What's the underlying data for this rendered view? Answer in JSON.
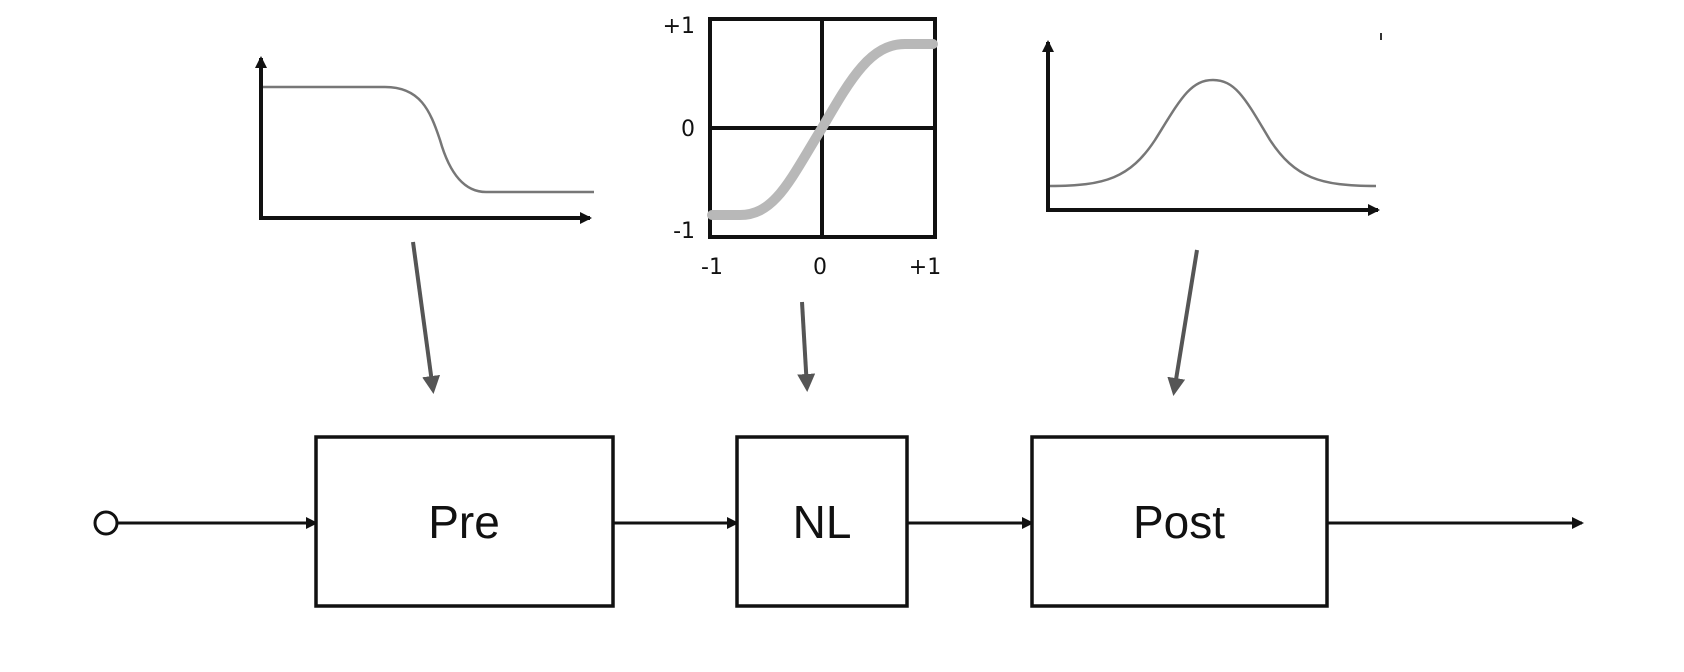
{
  "blocks": [
    {
      "id": "pre",
      "label": "Pre"
    },
    {
      "id": "nl",
      "label": "NL"
    },
    {
      "id": "post",
      "label": "Post"
    }
  ],
  "nl_plot": {
    "x_ticks": [
      "-1",
      "0",
      "+1"
    ],
    "y_ticks": [
      "+1",
      "0",
      "-1"
    ],
    "curve_color": "#b8b8b8"
  },
  "colors": {
    "line": "#111111",
    "arrow_gray": "#555555",
    "curve_gray": "#777777"
  }
}
